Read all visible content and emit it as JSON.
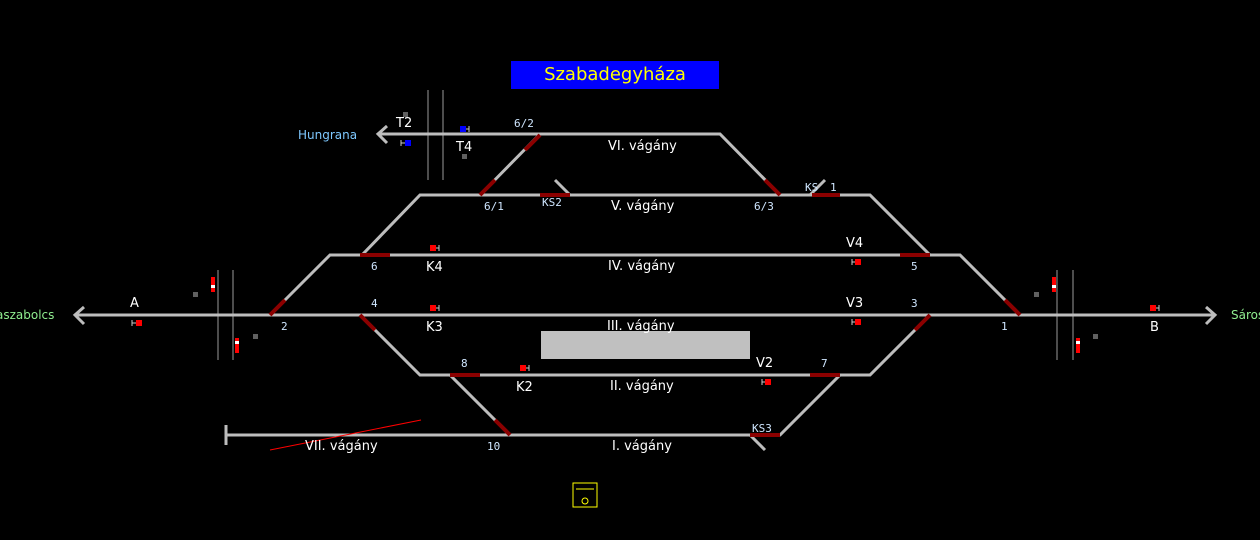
{
  "station_name": "Szabadegyháza",
  "directions": {
    "left_top": "Hungrana",
    "left": "aszabolcs",
    "right": "Sáros"
  },
  "tracks": {
    "VI": "VI. vágány",
    "V": "V. vágány",
    "IV": "IV. vágány",
    "III": "III. vágány",
    "II": "II. vágány",
    "I": "I. vágány",
    "VII": "VII. vágány"
  },
  "switches": {
    "s6_2": "6/2",
    "s6_1": "6/1",
    "ks2": "KS2",
    "s6_3": "6/3",
    "ks1": "KS",
    "s1a": "1",
    "s6": "6",
    "s5": "5",
    "s4": "4",
    "s3": "3",
    "s2": "2",
    "s1": "1",
    "s8": "8",
    "s7": "7",
    "s10": "10",
    "ks3": "KS3"
  },
  "signals": {
    "T2": "T2",
    "T4": "T4",
    "A": "A",
    "B": "B",
    "K4": "K4",
    "K3": "K3",
    "K2": "K2",
    "V4": "V4",
    "V3": "V3",
    "V2": "V2"
  },
  "colors": {
    "track": "#bdbdbd",
    "switch_set": "#8b0000",
    "signal_stop": "#ff0000",
    "signal_blue": "#0000ff",
    "title_bg": "#0000ff",
    "title_fg": "#ffff00"
  }
}
